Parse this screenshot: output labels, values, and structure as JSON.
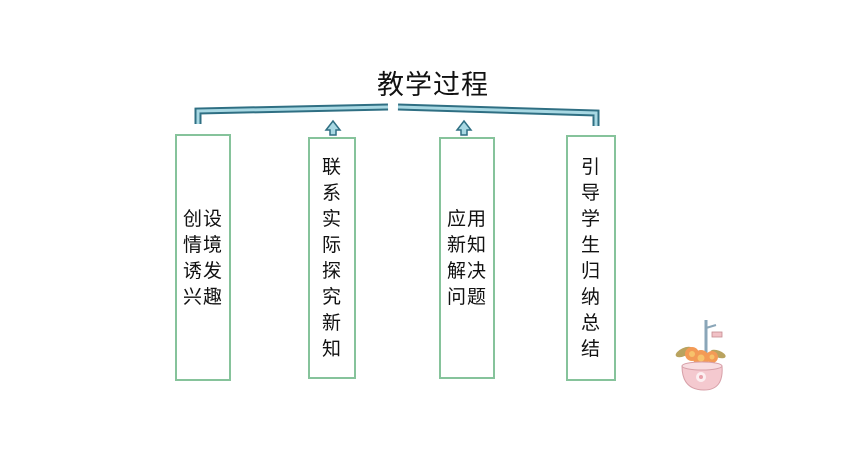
{
  "diagram": {
    "title": "教学过程",
    "steps": [
      {
        "label": "创设情境诱发兴趣"
      },
      {
        "label": "联系实际探究新知"
      },
      {
        "label": "应用新知解决问题"
      },
      {
        "label": "引导学生归纳总结"
      }
    ],
    "colors": {
      "bracket_outer": "#2f6f83",
      "bracket_inner": "#a8d8e3",
      "box_border": "#86c39b"
    }
  }
}
